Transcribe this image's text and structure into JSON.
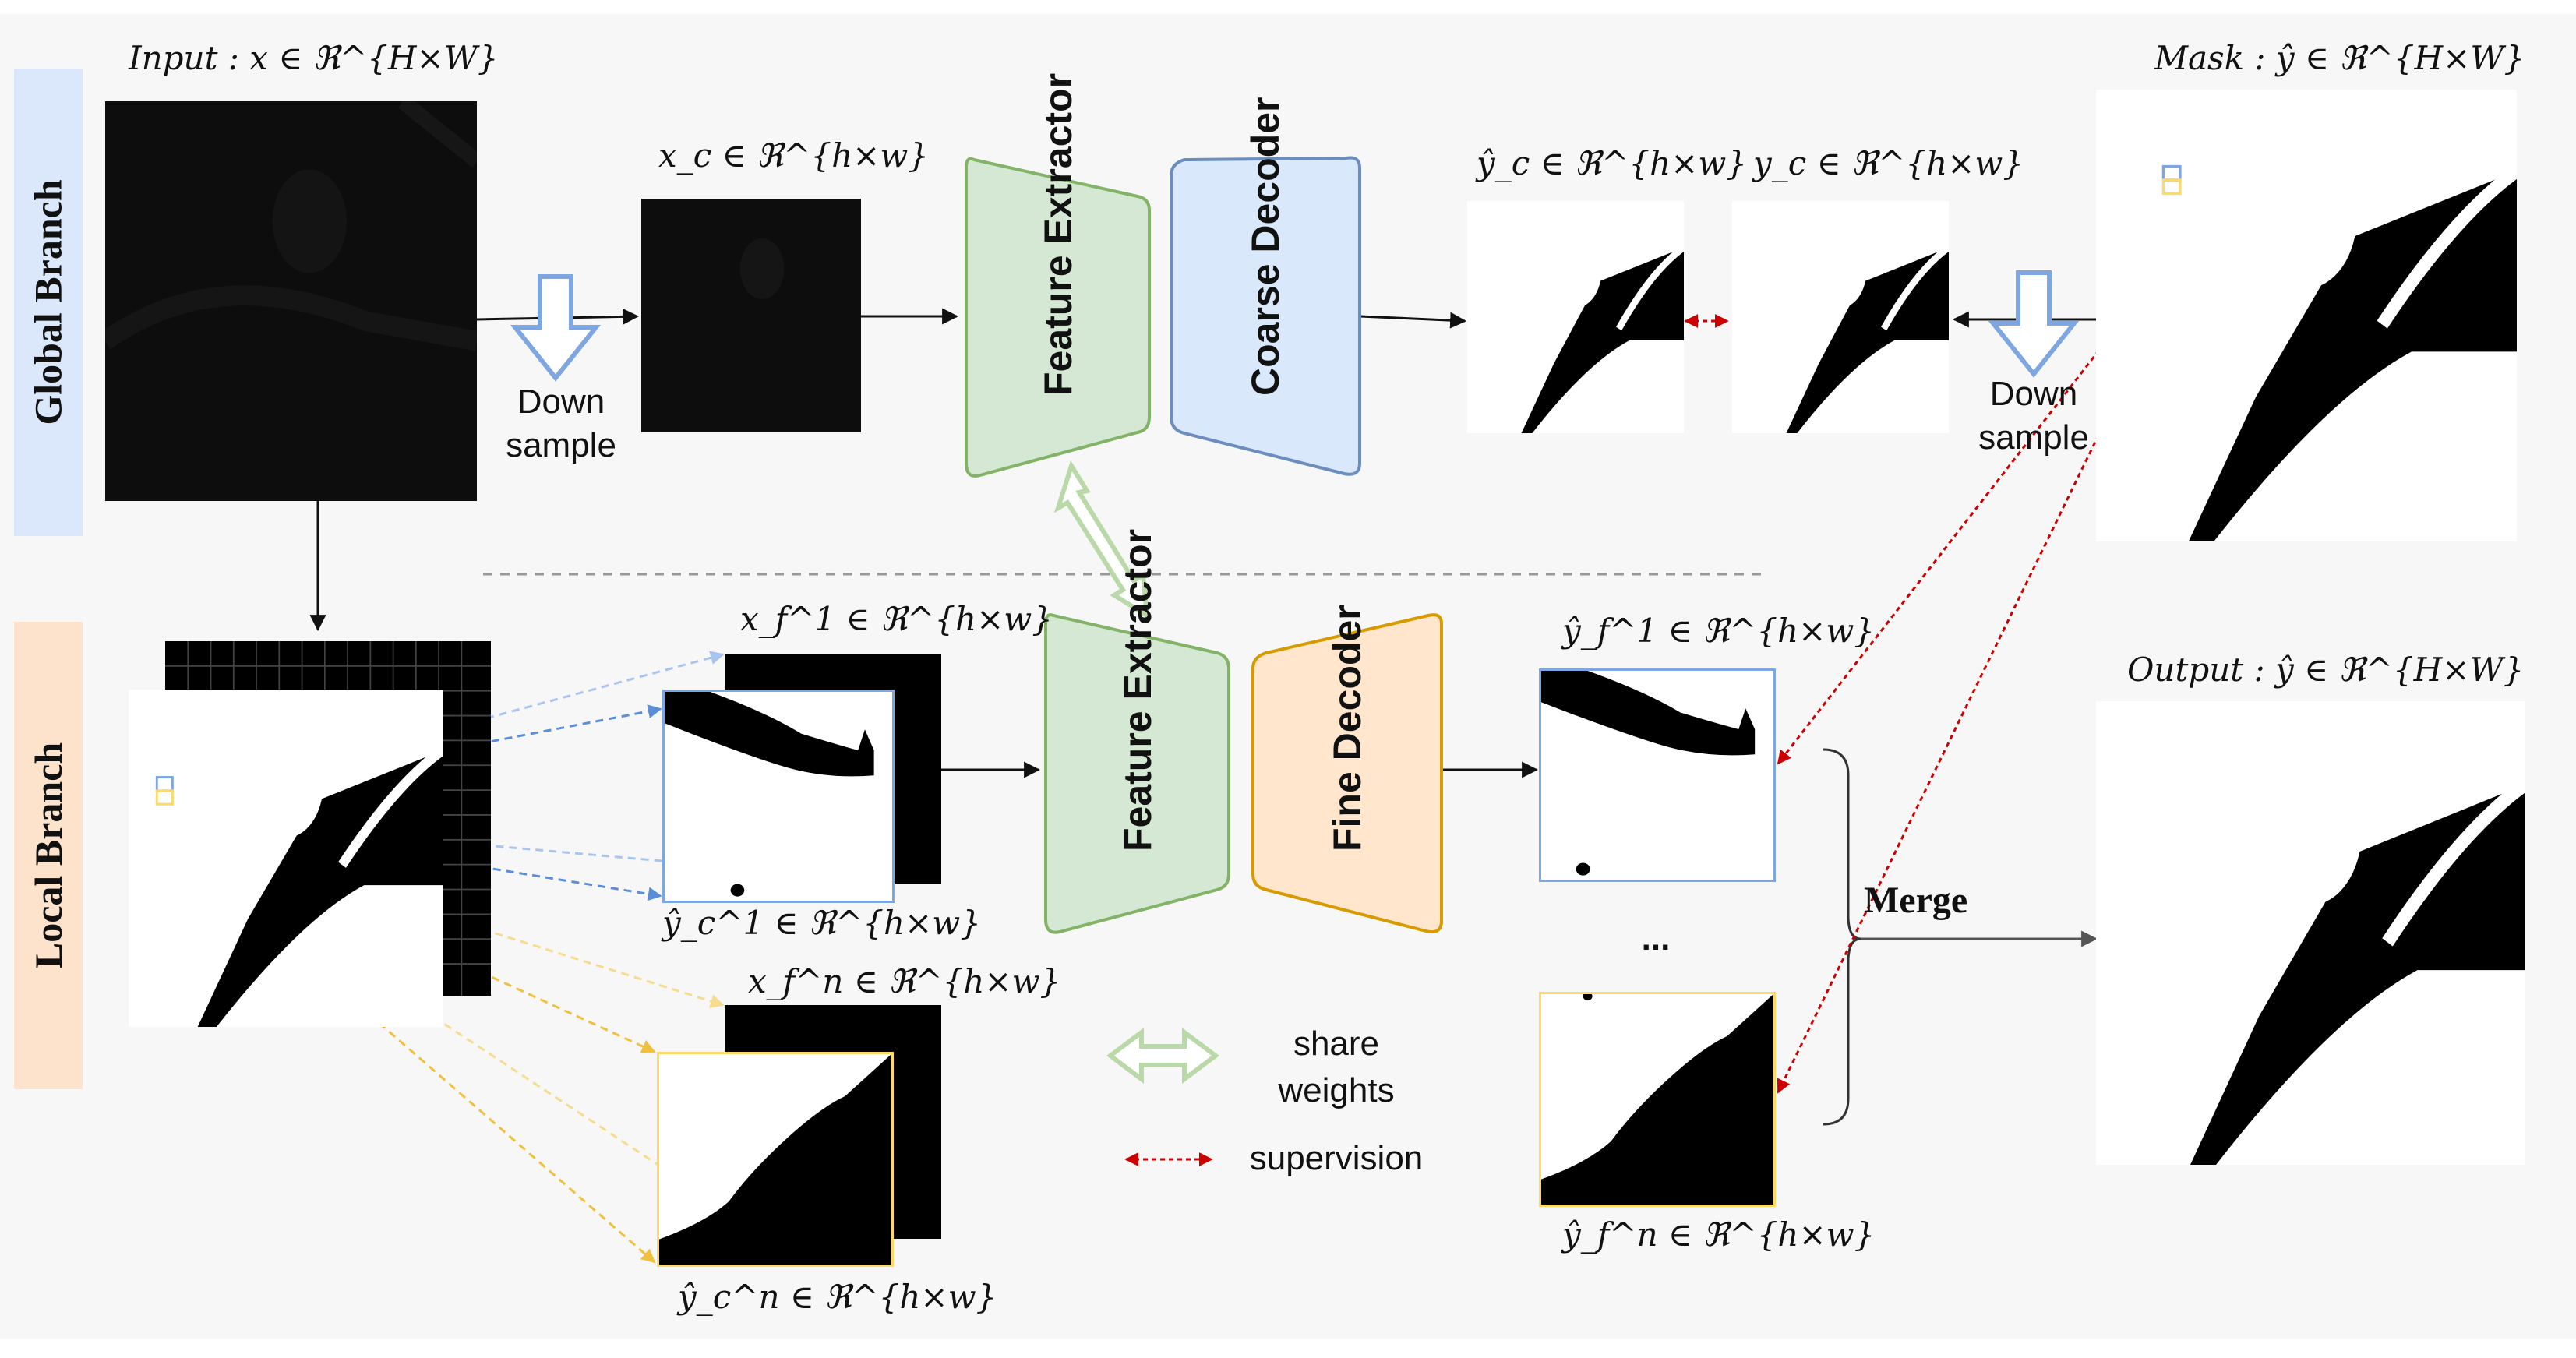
{
  "branches": {
    "global": "Global Branch",
    "local": "Local Branch"
  },
  "labels": {
    "input": "Input :  x ∈ ℜ^{H×W}",
    "xc": "x_c ∈ ℜ^{h×w}",
    "yc_hat": "ŷ_c ∈ ℜ^{h×w}",
    "yc": "y_c ∈ ℜ^{h×w}",
    "mask": "Mask :  ŷ ∈ ℜ^{H×W}",
    "xf1": "x_f^1 ∈ ℜ^{h×w}",
    "yc1_hat": "ŷ_c^1 ∈ ℜ^{h×w}",
    "xfn": "x_f^n ∈ ℜ^{h×w}",
    "ycn_hat": "ŷ_c^n ∈ ℜ^{h×w}",
    "yf1_hat": "ŷ_f^1 ∈ ℜ^{h×w}",
    "yfn_hat": "ŷ_f^n ∈ ℜ^{h×w}",
    "output": "Output : ŷ ∈ ℜ^{H×W}"
  },
  "downsample": {
    "line1": "Down",
    "line2": "sample"
  },
  "blocks": {
    "feature_extractor": "Feature Extractor",
    "coarse_decoder": "Coarse Decoder",
    "fine_decoder": "Fine Decoder"
  },
  "merge": "Merge",
  "ellipsis": "...",
  "legend": {
    "share_line1": "share",
    "share_line2": "weights",
    "supervision": "supervision"
  },
  "colors": {
    "global_branch_bg": "#dbe8fb",
    "local_branch_bg": "#fde2cc",
    "extractor_fill": "#d5e8d4",
    "extractor_stroke": "#82b366",
    "coarse_fill": "#dae8fc",
    "coarse_stroke": "#6c8ebf",
    "fine_fill": "#ffe6cc",
    "fine_stroke": "#d79b00",
    "supervision": "#cc0000",
    "blue_frame": "#7ea6e0",
    "yellow_frame": "#ffd966"
  }
}
